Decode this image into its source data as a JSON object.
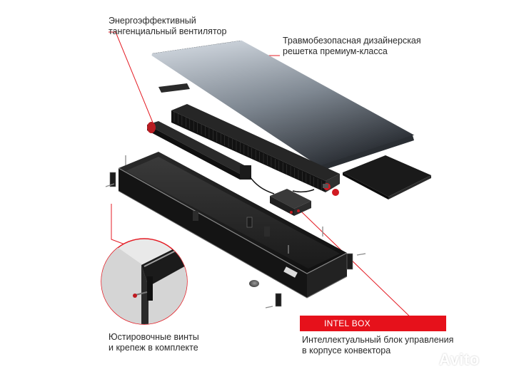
{
  "labels": {
    "fan": [
      "Энергоэффективный",
      "тангенциальный вентилятор"
    ],
    "grille": [
      "Травмобезопасная дизайнерская",
      "решетка премиум-класса"
    ],
    "screws": [
      "Юстировочные винты",
      "и крепеж в комплекте"
    ],
    "intel": [
      "Интеллектуальный блок управления",
      "в корпусе конвектора"
    ]
  },
  "badge": "INTEL BOX",
  "watermark": "Avito",
  "colors": {
    "accent": "#e6111b",
    "leader": "#e41c24",
    "dark_metal": "#1e1e1e",
    "grille_light": "#9aa3ad",
    "grille_dark": "#2f3338"
  }
}
